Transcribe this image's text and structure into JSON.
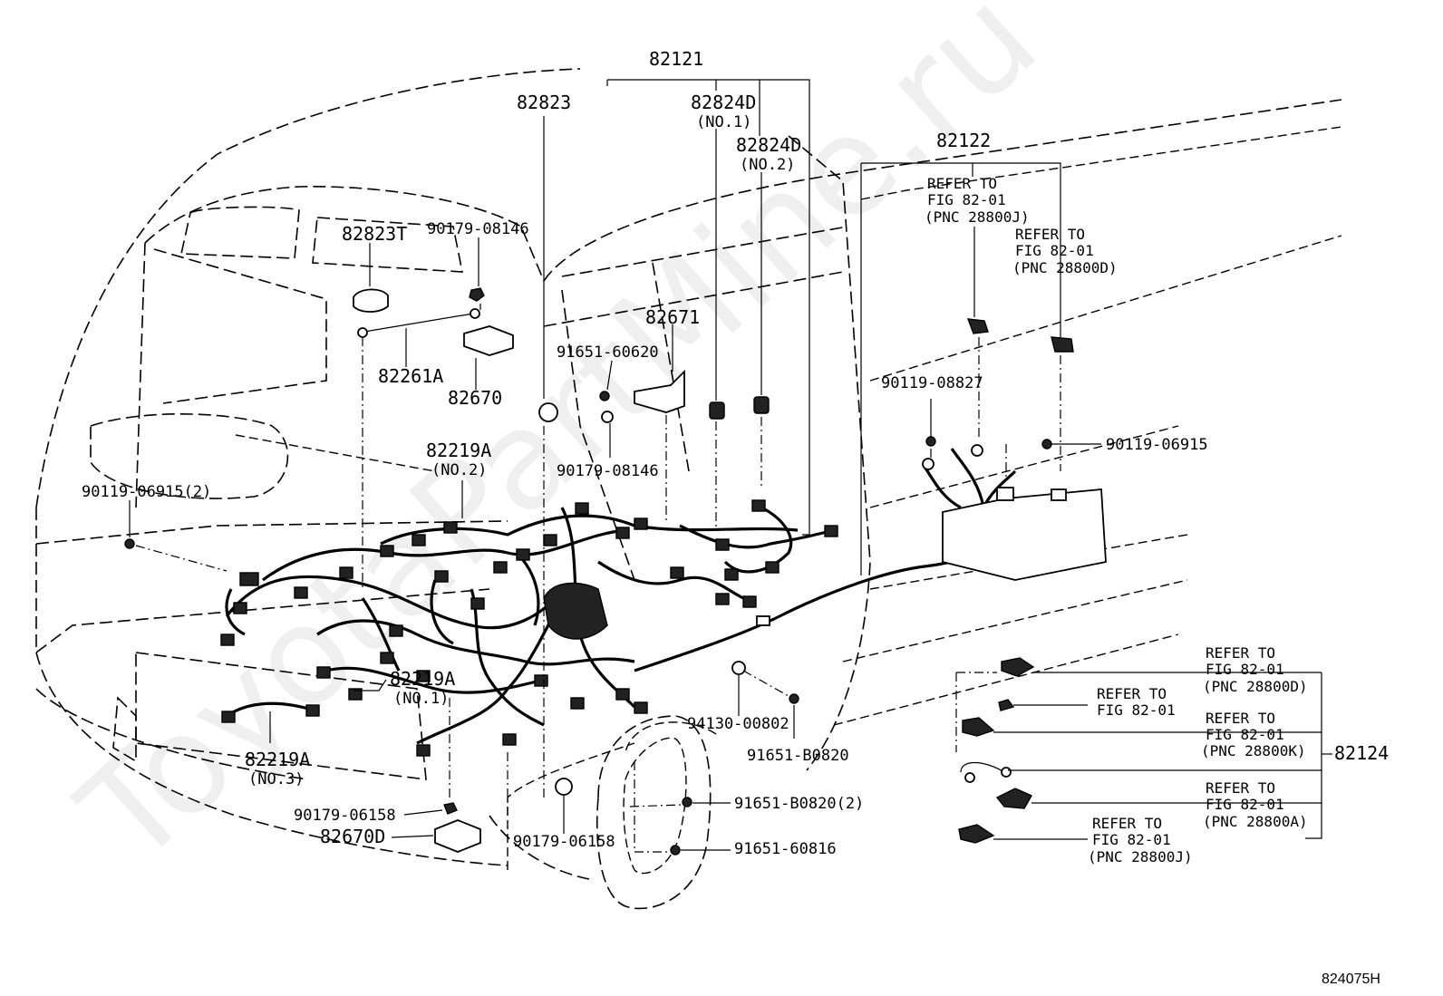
{
  "diagram": {
    "labels": {
      "p82121": "82121",
      "p82823": "82823",
      "p82824d_1": "82824D",
      "p82824d_1_sub": "(NO.1)",
      "p82824d_2": "82824D",
      "p82824d_2_sub": "(NO.2)",
      "p82823t": "82823T",
      "p90179_08146_a": "90179-08146",
      "p82261a": "82261A",
      "p82670": "82670",
      "p82671": "82671",
      "p91651_60620": "91651-60620",
      "p90179_08146_b": "90179-08146",
      "p82219a_2": "82219A",
      "p82219a_2_sub": "(NO.2)",
      "p90119_06915_2": "90119-06915(2)",
      "p82219a_1": "82219A",
      "p82219a_1_sub": "(NO.1)",
      "p82219a_3": "82219A",
      "p82219a_3_sub": "(NO.3)",
      "p90179_06158_a": "90179-06158",
      "p82670d": "82670D",
      "p90179_06158_b": "90179-06158",
      "p94130_00802": "94130-00802",
      "p91651_b0820": "91651-B0820",
      "p91651_b0820_2": "91651-B0820(2)",
      "p91651_60816": "91651-60816",
      "p82122": "82122",
      "p90119_08827": "90119-08827",
      "p90119_06915": "90119-06915",
      "p82124": "82124"
    },
    "refs": {
      "r1": [
        "REFER TO",
        "FIG 82-01",
        "(PNC 28800J)"
      ],
      "r2": [
        "REFER TO",
        "FIG 82-01",
        "(PNC 28800D)"
      ],
      "r3": [
        "REFER TO",
        "FIG 82-01",
        "(PNC 28800D)"
      ],
      "r4": [
        "REFER TO",
        "FIG 82-01"
      ],
      "r5": [
        "REFER TO",
        "FIG 82-01",
        "(PNC 28800K)"
      ],
      "r6": [
        "REFER TO",
        "FIG 82-01",
        "(PNC 28800A)"
      ],
      "r7": [
        "REFER TO",
        "FIG 82-01",
        "(PNC 28800J)"
      ]
    },
    "watermark": "ToyotaPartMine.ru",
    "figure_code": "824075H"
  }
}
